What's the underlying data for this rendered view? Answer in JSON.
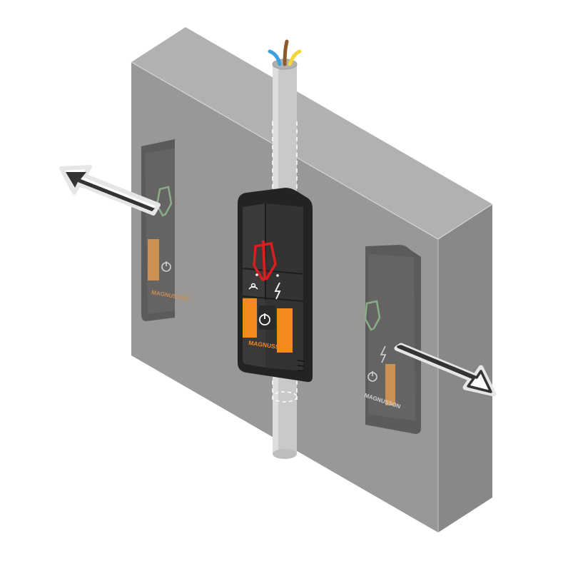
{
  "brand": {
    "name": "MAGNUSSON"
  },
  "detectors": [
    {
      "id": "left-ghost",
      "state": "no-detection",
      "indicator_color": "#7dbf7a",
      "opacity": 0.55
    },
    {
      "id": "center",
      "state": "live-wire-detected",
      "indicator_color": "#d81e1e",
      "opacity": 1.0
    },
    {
      "id": "right-ghost",
      "state": "no-detection",
      "indicator_color": "#7dbf7a",
      "opacity": 0.55
    }
  ],
  "colors": {
    "wall_front": "#9a9897",
    "wall_side": "#8a8887",
    "wall_top": "#b3b1b0",
    "pipe": "#c9c9c9",
    "device_body": "#2b2b2b",
    "device_face": "#3a3a3a",
    "accent_orange": "#f28a1e",
    "wire_blue": "#3aa0e0",
    "wire_brown": "#8a5a2b",
    "wire_yellow": "#f2d63a",
    "arrow": "#333333"
  },
  "icons": [
    "power-icon",
    "lightning-icon",
    "sensitivity-icon",
    "shield-indicator-icon",
    "arrow-left-icon",
    "arrow-right-icon"
  ]
}
